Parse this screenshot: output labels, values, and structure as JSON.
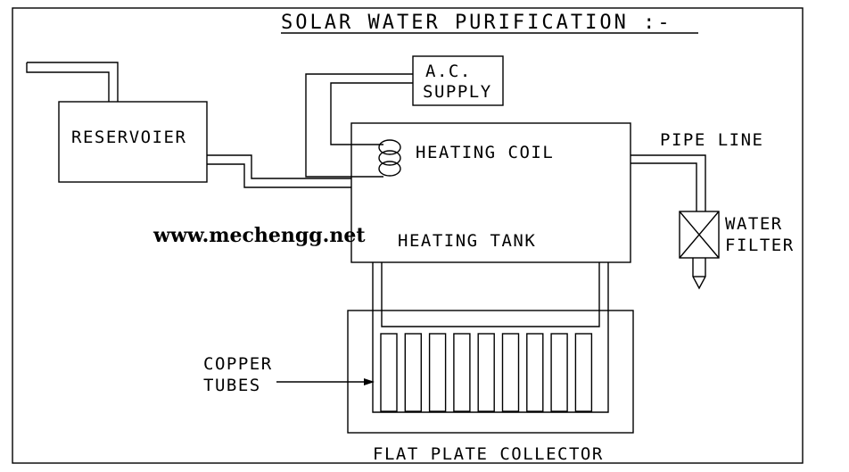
{
  "title": "SOLAR WATER PURIFICATION :-",
  "labels": {
    "reservoir": "RESERVOIER",
    "ac_line1": "A.C.",
    "ac_line2": "SUPPLY",
    "heating_coil": "HEATING COIL",
    "heating_tank": "HEATING TANK",
    "pipe_line": "PIPE LINE",
    "filter_line1": "WATER",
    "filter_line2": "FILTER",
    "copper_line1": "COPPER",
    "copper_line2": "TUBES",
    "collector": "FLAT PLATE COLLECTOR"
  },
  "watermark": "www.mechengg.net",
  "collector_tube_count": 9
}
